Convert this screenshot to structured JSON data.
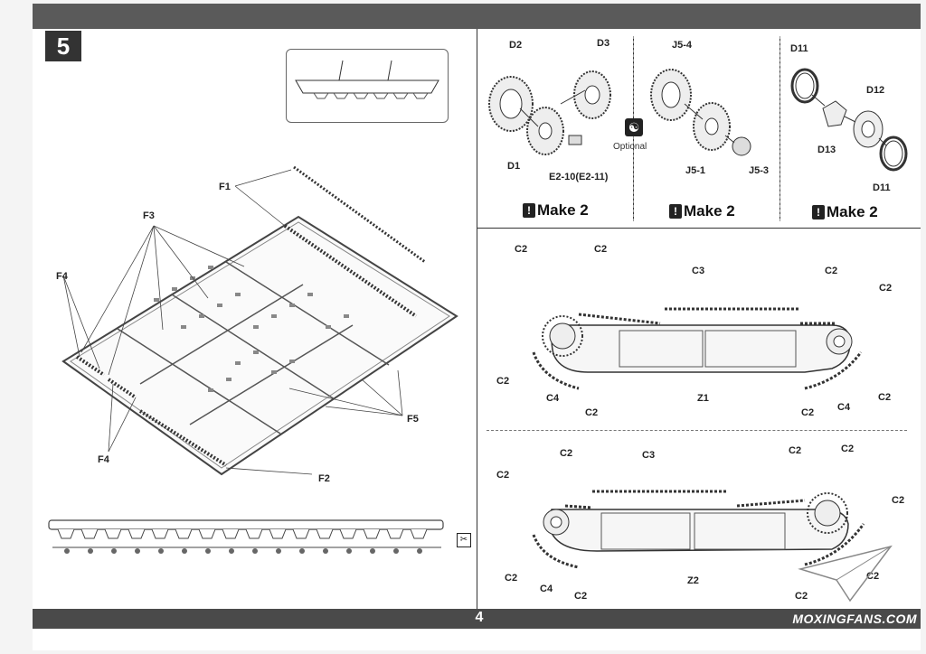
{
  "page": {
    "step_number": "5",
    "page_number": "4",
    "brand": "MOXINGFANS.COM"
  },
  "sprue": {
    "labels": {
      "f1": "F1",
      "f2": "F2",
      "f3": "F3",
      "f4_top": "F4",
      "f4_bottom": "F4",
      "f5": "F5"
    }
  },
  "subassemblies": {
    "drive_wheel": {
      "labels": [
        "D2",
        "D3",
        "D1",
        "E2-10(E2-11)"
      ],
      "make": "Make 2",
      "optional_label": "Optional"
    },
    "idler_wheel": {
      "labels": [
        "J5-4",
        "J5-1",
        "J5-3"
      ],
      "make": "Make 2"
    },
    "road_wheel": {
      "labels": [
        "D11",
        "D12",
        "D13",
        "D11"
      ],
      "make": "Make 2"
    }
  },
  "track_assembly_1": {
    "labels": {
      "c2_a": "C2",
      "c2_b": "C2",
      "c3": "C3",
      "c2_c": "C2",
      "c2_d": "C2",
      "c2_e": "C2",
      "c4_a": "C4",
      "c2_f": "C2",
      "z1": "Z1",
      "c2_g": "C2",
      "c4_b": "C4",
      "c2_h": "C2"
    }
  },
  "track_assembly_2": {
    "labels": {
      "c2_a": "C2",
      "c2_b": "C2",
      "c3": "C3",
      "c2_c": "C2",
      "c2_d": "C2",
      "c2_e": "C2",
      "c2_f": "C2",
      "c4": "C4",
      "c2_g": "C2",
      "z2": "Z2",
      "c2_h": "C2",
      "c2_i": "C2"
    }
  }
}
